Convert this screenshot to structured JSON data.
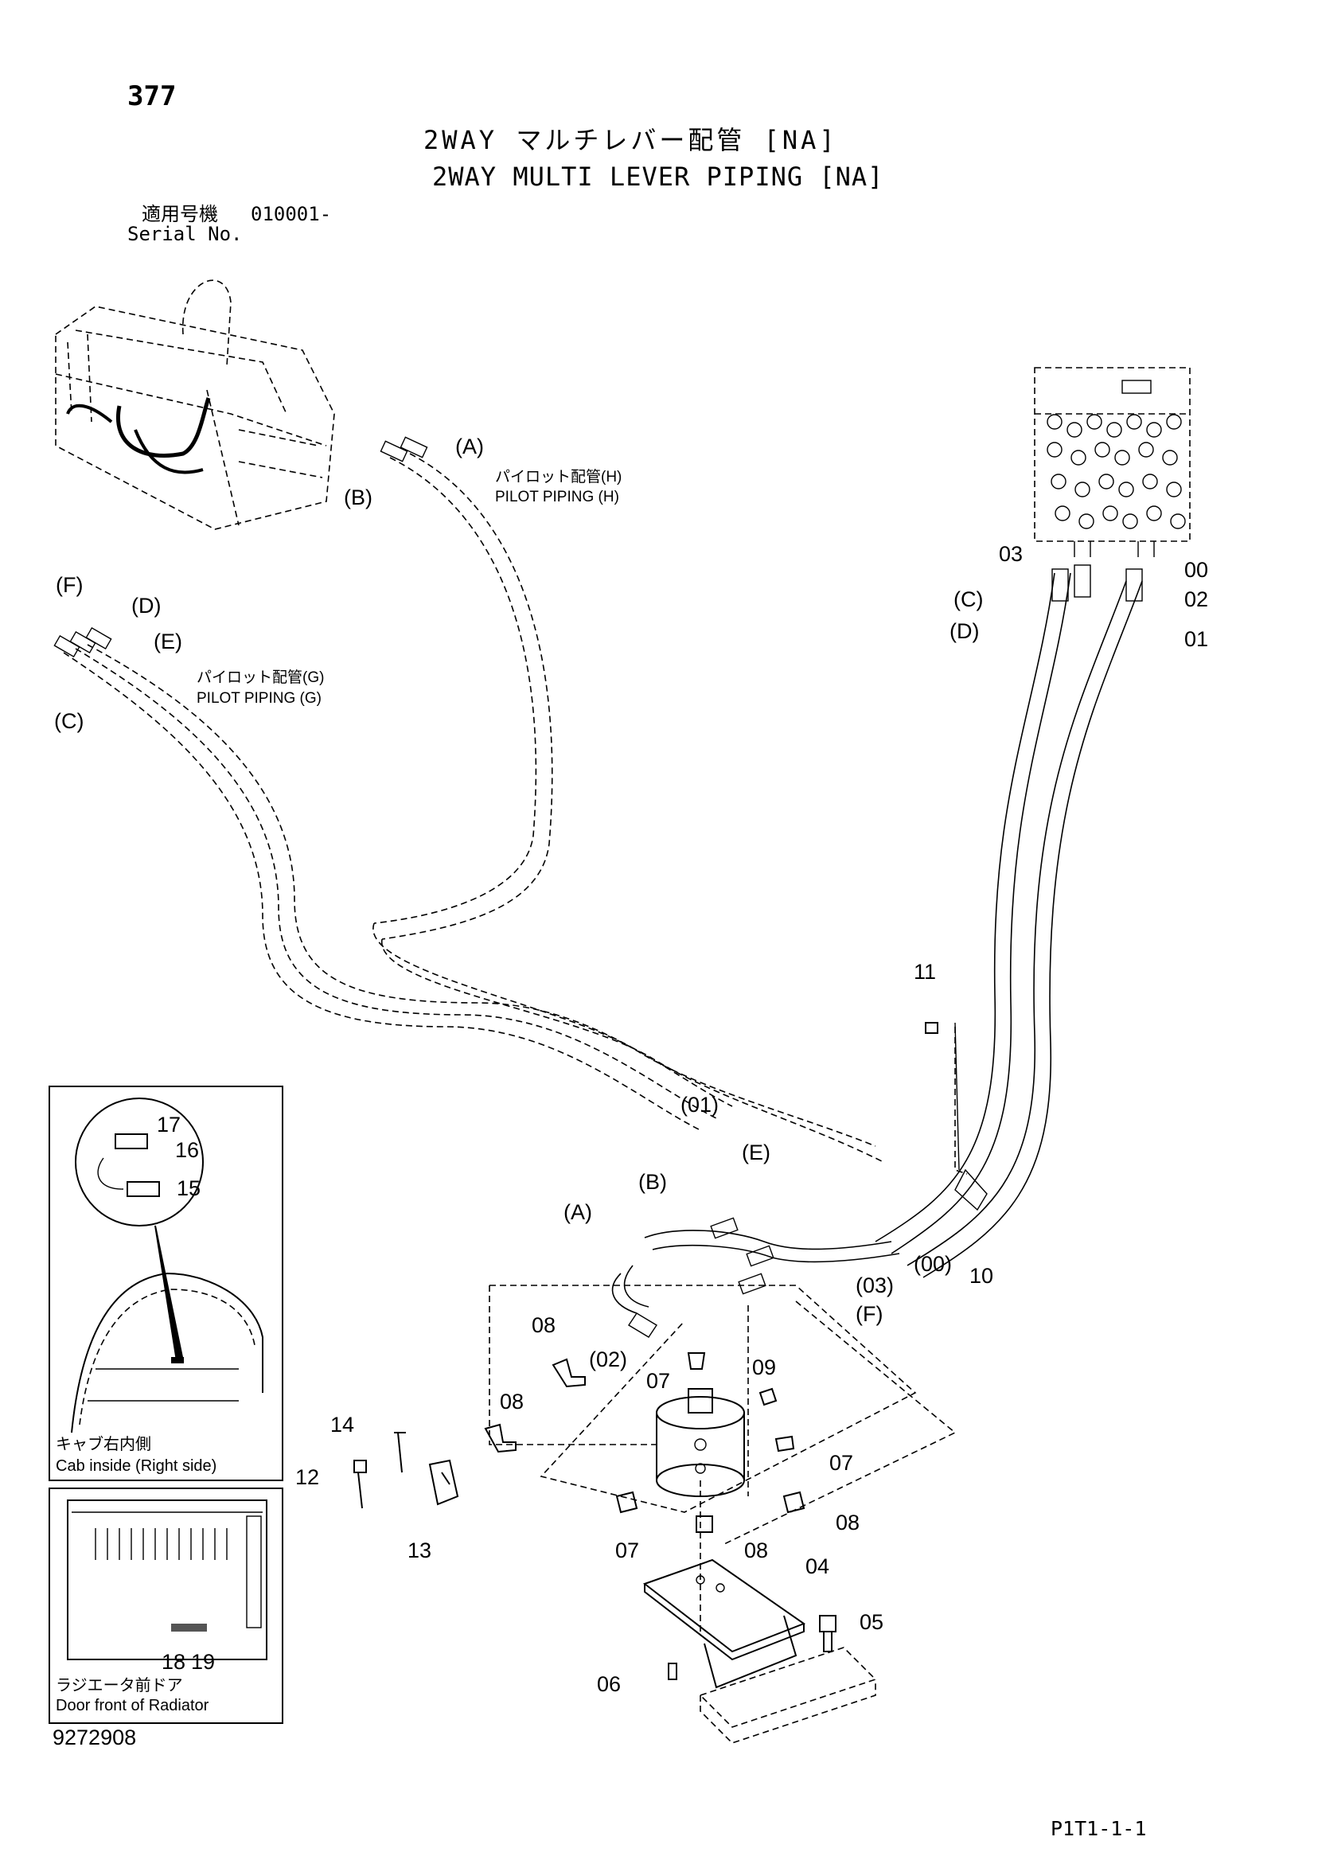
{
  "header": {
    "page_number": "377",
    "title_jp": "2WAY マルチレバー配管 [NA]",
    "title_en": "2WAY MULTI LEVER PIPING [NA]",
    "serial_jp": "適用号機",
    "serial_value": "010001-",
    "serial_en": "Serial No."
  },
  "hose_groups": {
    "pilot_h_jp": "パイロット配管(H)",
    "pilot_h_en": "PILOT PIPING (H)",
    "pilot_g_jp": "パイロット配管(G)",
    "pilot_g_en": "PILOT PIPING (G)"
  },
  "callouts": {
    "a_top": "(A)",
    "b_top": "(B)",
    "f_left": "(F)",
    "d_left": "(D)",
    "e_left": "(E)",
    "c_left": "(C)",
    "p03": "03",
    "p00": "00",
    "c_right": "(C)",
    "p02": "02",
    "d_right": "(D)",
    "p01": "01",
    "p11": "11",
    "p01_paren": "(01)",
    "e_mid": "(E)",
    "b_mid": "(B)",
    "a_mid": "(A)",
    "p00_paren": "(00)",
    "p10": "10",
    "p03_paren": "(03)",
    "f_mid": "(F)",
    "p08_a": "08",
    "p02_paren": "(02)",
    "p07_a": "07",
    "p09": "09",
    "p08_b": "08",
    "p07_b": "07",
    "p08_c": "08",
    "p07_c": "07",
    "p08_d": "08",
    "p14": "14",
    "p12": "12",
    "p13": "13",
    "p04": "04",
    "p05": "05",
    "p06": "06"
  },
  "inset_cab": {
    "p17": "17",
    "p16": "16",
    "p15": "15",
    "caption_jp": "キャブ右内側",
    "caption_en": "Cab inside (Right side)"
  },
  "inset_radiator": {
    "p18": "18",
    "p19": "19",
    "caption_jp": "ラジエータ前ドア",
    "caption_en": "Door front of Radiator"
  },
  "footer": {
    "doc_number": "9272908",
    "page_code": "P1T1-1-1"
  }
}
